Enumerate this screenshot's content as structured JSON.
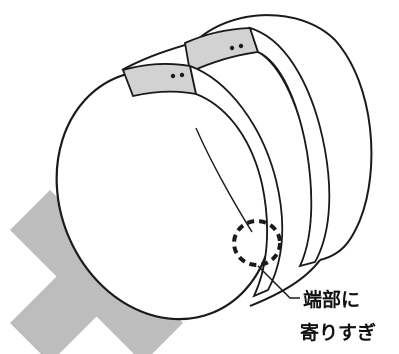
{
  "callout": {
    "line1": "端部に",
    "line2": "寄りすぎ"
  },
  "mark": {
    "meaning": "incorrect",
    "color": "#bdbdbd"
  },
  "colors": {
    "line": "#1a1a1a",
    "band_fill": "#d2d2d2",
    "background": "#ffffff"
  }
}
